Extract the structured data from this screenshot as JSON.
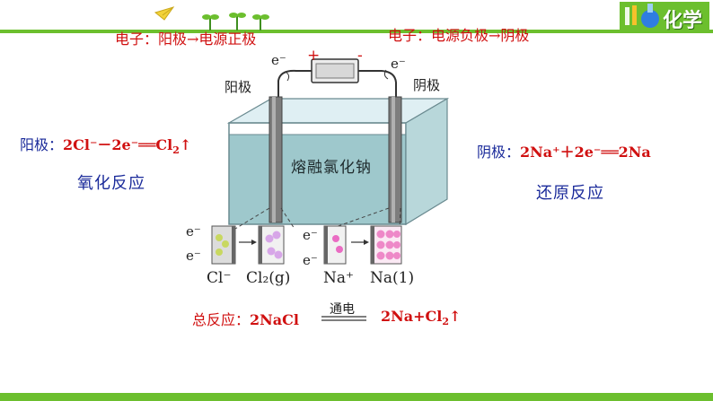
{
  "header": {
    "logo_text": "化学",
    "accent_color": "#6cbf2e",
    "decor": [
      "paper-plane-icon",
      "sprout-icon",
      "flask-icon"
    ]
  },
  "electron_flow": {
    "anode_side": "电子：阳极→电源正极",
    "cathode_side": "电子：电源负极→阴极"
  },
  "anode": {
    "equation_label": "阳极：",
    "equation": "2Cl⁻－2e⁻══Cl",
    "equation_sub": "2",
    "equation_tail": "↑",
    "reaction_type": "氧化反应"
  },
  "cathode": {
    "equation_label": "阴极：",
    "equation": "2Na⁺＋2e⁻══2Na",
    "reaction_type": "还原反应"
  },
  "total": {
    "label": "总反应：",
    "reactant": "2NaCl",
    "condition": "通电",
    "product": "2Na+Cl",
    "product_sub": "2",
    "product_tail": "↑"
  },
  "diagram": {
    "electrode_left": "阳极",
    "electrode_right": "阴极",
    "tank_label": "熔融氯化钠",
    "plus_sign": "+",
    "minus_sign": "-",
    "electron": "e⁻",
    "species": [
      "Cl⁻",
      "Cl₂(g)",
      "Na⁺",
      "Na(1)"
    ]
  }
}
